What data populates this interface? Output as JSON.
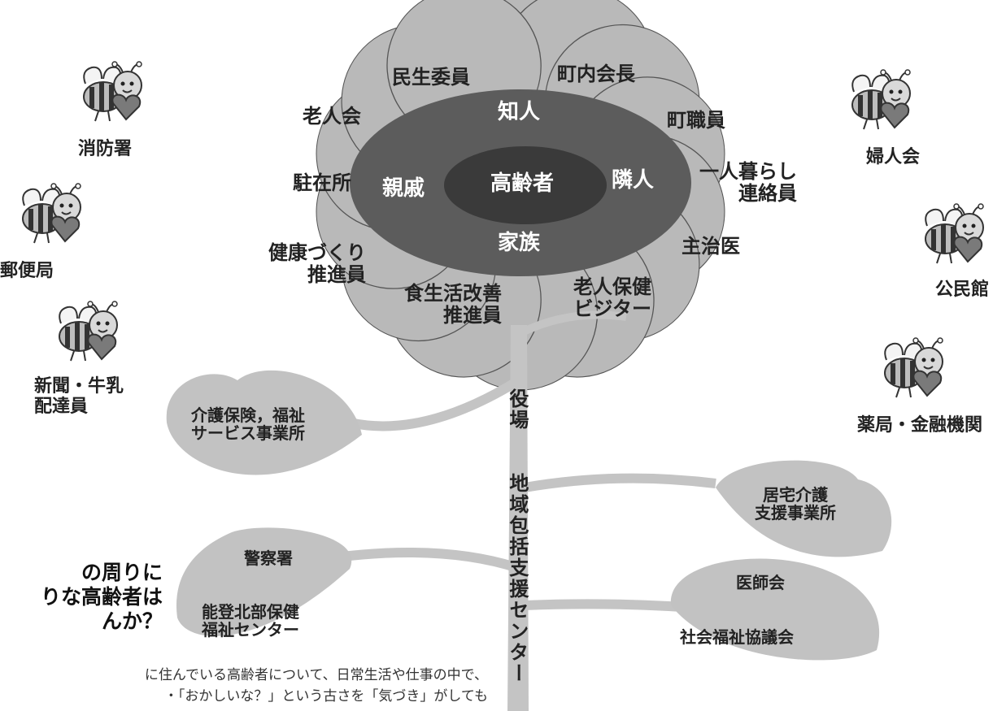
{
  "petals": [
    "民生委員",
    "町内会長",
    "老人会",
    "町職員",
    "駐在所",
    "一人暮らし\n連絡員",
    "健康づくり\n推進員",
    "主治医",
    "食生活改善\n推進員",
    "老人保健\nビジター"
  ],
  "inner_ring": [
    "知人",
    "親戚",
    "隣人",
    "家族"
  ],
  "center": "高齢者",
  "stem": {
    "top": "役場",
    "main": "地域包括支援センター"
  },
  "leaves": [
    "介護保険，福祉\nサービス事業所",
    "居宅介護\n支援事業所",
    "警察署",
    "能登北部保健\n福祉センター",
    "医師会",
    "社会福祉協議会"
  ],
  "bees": [
    "消防署",
    "郵便局",
    "新聞・牛乳\n配達員",
    "婦人会",
    "公民館",
    "薬局・金融機関"
  ],
  "message": {
    "line1": "の周りに",
    "line2": "りな高齢者は",
    "line3": "んか？"
  },
  "body": {
    "line1": "に住んでいる高齢者について、日常生活や仕事の中で、",
    "line2": "・「おかしいな？」という古さを「気づき」がしても"
  },
  "colors": {
    "petal": "#b9b9b9",
    "petal_edge": "#555555",
    "ring": "#5c5c5c",
    "center": "#3a3a3a",
    "leaf": "#c2c2c2",
    "stem": "#c4c4c4"
  }
}
